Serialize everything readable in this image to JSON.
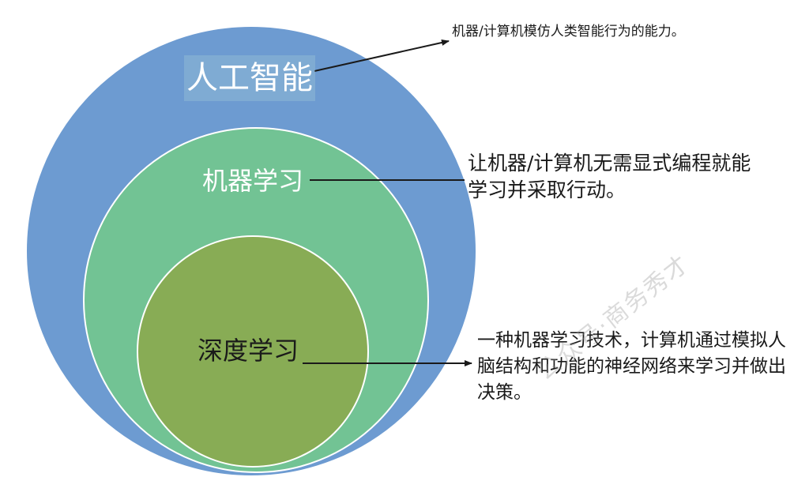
{
  "diagram": {
    "colors": {
      "outer": "#6d9bd1",
      "middle": "#72c394",
      "inner": "#88ac55",
      "stroke": "#ffffff",
      "arrow": "#1a1a1a"
    },
    "ai": {
      "label": "人工智能",
      "description": "机器/计算机模仿人类智能行为的能力。"
    },
    "ml": {
      "label": "机器学习",
      "description": "让机器/计算机无需显式编程就能学习并采取行动。"
    },
    "dl": {
      "label": "深度学习",
      "description": "一种机器学习技术，计算机通过模拟人脑结构和功能的神经网络来学习并做出决策。"
    },
    "watermark": "公众号·商务秀才"
  }
}
